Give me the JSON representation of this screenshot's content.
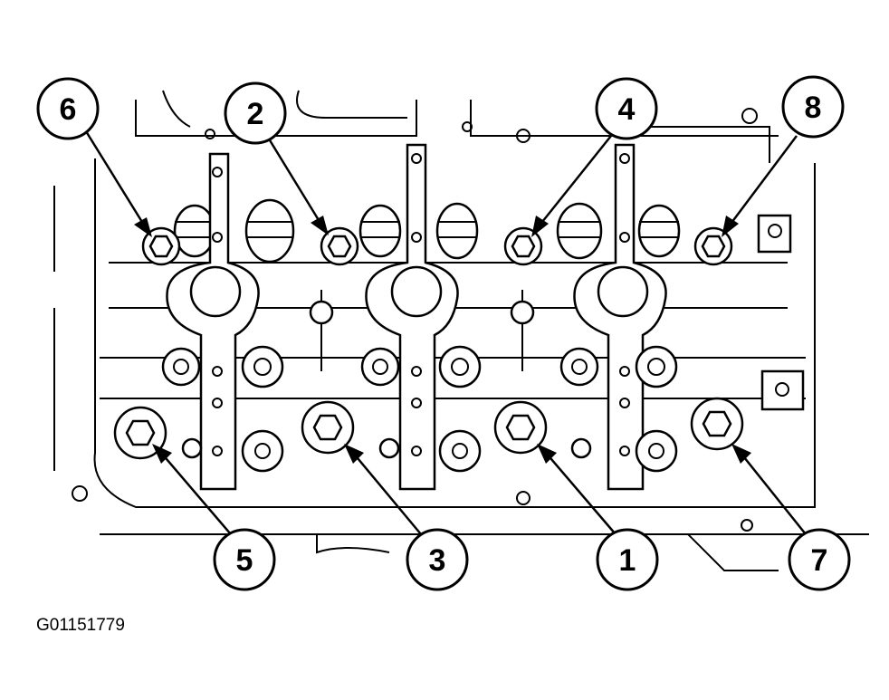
{
  "figure": {
    "id_label": "G01151779"
  },
  "callouts": [
    {
      "label": "6"
    },
    {
      "label": "2"
    },
    {
      "label": "4"
    },
    {
      "label": "8"
    },
    {
      "label": "5"
    },
    {
      "label": "3"
    },
    {
      "label": "1"
    },
    {
      "label": "7"
    }
  ],
  "colors": {
    "ink": "#000000",
    "paper": "#ffffff"
  }
}
